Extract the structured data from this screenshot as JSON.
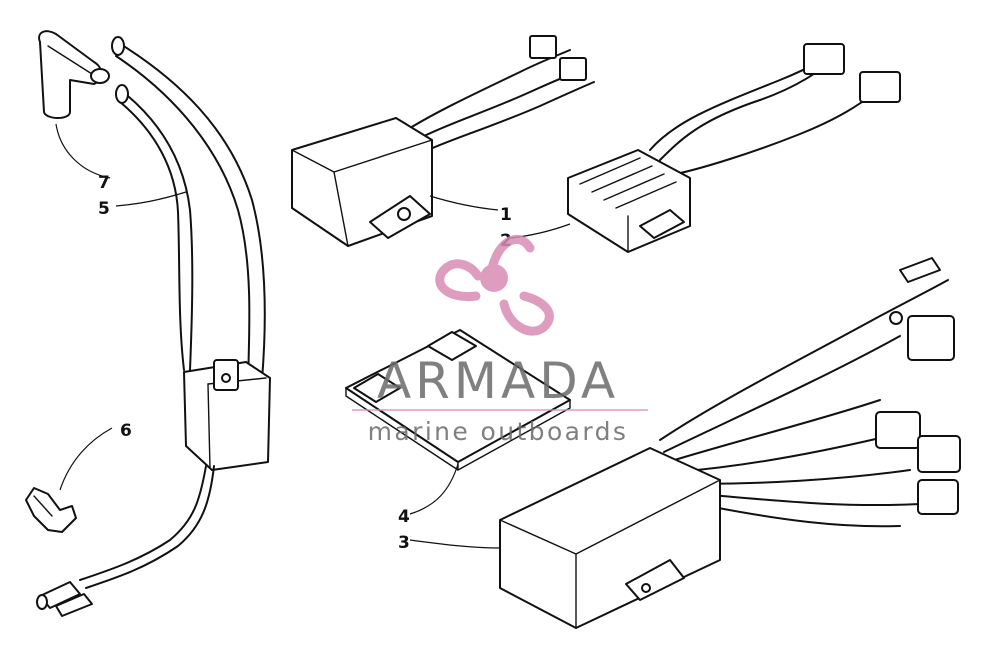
{
  "watermark": {
    "brand": "ARMADA",
    "tagline": "marine outboards",
    "logo_icon": "propeller-logo-icon",
    "brand_color": "#6b6b6b",
    "logo_color": "#d98cb5"
  },
  "callouts": {
    "c1": "1",
    "c2": "2",
    "c3": "3",
    "c4": "4",
    "c5": "5",
    "c6": "6",
    "c7": "7"
  }
}
